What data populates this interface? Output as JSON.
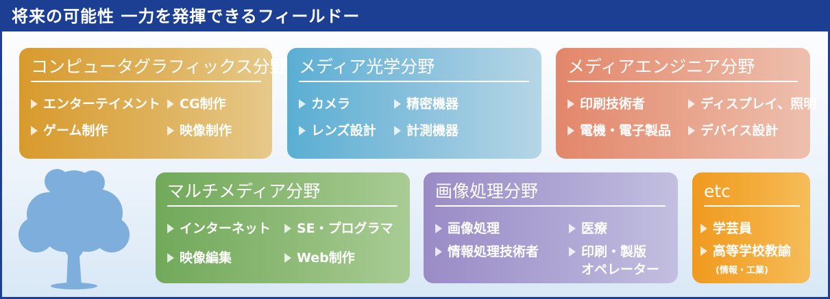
{
  "header": {
    "title": "将来の可能性 一力を発揮できるフィールドー"
  },
  "cards": {
    "cg": {
      "title": "コンピュータグラフィックス分野",
      "items": [
        "エンターテイメント",
        "CG制作",
        "ゲーム制作",
        "映像制作"
      ]
    },
    "optics": {
      "title": "メディア光学分野",
      "items": [
        "カメラ",
        "精密機器",
        "レンズ設計",
        "計測機器"
      ]
    },
    "engineer": {
      "title": "メディアエンジニア分野",
      "items": [
        "印刷技術者",
        "ディスプレイ、照明",
        "電機・電子製品",
        "デバイス設計"
      ]
    },
    "multimedia": {
      "title": "マルチメディア分野",
      "items": [
        "インターネット",
        "SE・プログラマ",
        "映像編集",
        "Web制作"
      ]
    },
    "image": {
      "title": "画像処理分野",
      "items": [
        "画像処理",
        "医療",
        "情報処理技術者",
        "印刷・製版",
        "オペレーター"
      ]
    },
    "etc": {
      "title": "etc",
      "items": [
        "学芸員",
        "高等学校教諭"
      ],
      "note": "(情報・工業)"
    }
  },
  "colors": {
    "header": "#1c3f94",
    "cg": "#d9a23b",
    "optics": "#8bc1dc",
    "engineer": "#e4987e",
    "multimedia": "#86b46d",
    "image": "#a69bcd",
    "etc": "#f3a82e",
    "tree": "#7eaedc"
  }
}
